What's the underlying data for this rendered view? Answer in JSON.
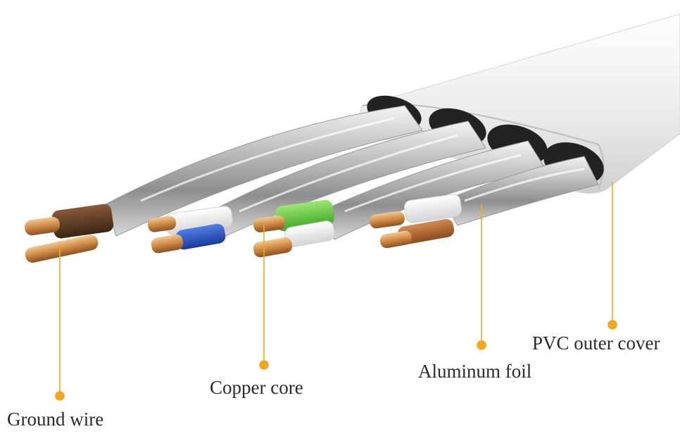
{
  "diagram": {
    "subject": "flat shielded network cable cross-section",
    "callout_color": "#f2a81c",
    "callouts": [
      {
        "id": "ground",
        "label": "Ground wire"
      },
      {
        "id": "copper",
        "label": "Copper core"
      },
      {
        "id": "foil",
        "label": "Aluminum foil"
      },
      {
        "id": "pvc",
        "label": "PVC outer cover"
      }
    ],
    "wire_colors": {
      "jacket": "#f2f2f2",
      "foil": "#c9c9c9",
      "brown": "#5c3a22",
      "blue": "#1f4fc4",
      "green": "#59c83a",
      "orange": "#b5642b",
      "white": "#f7f7f7",
      "copper": "#d79b5a"
    }
  }
}
